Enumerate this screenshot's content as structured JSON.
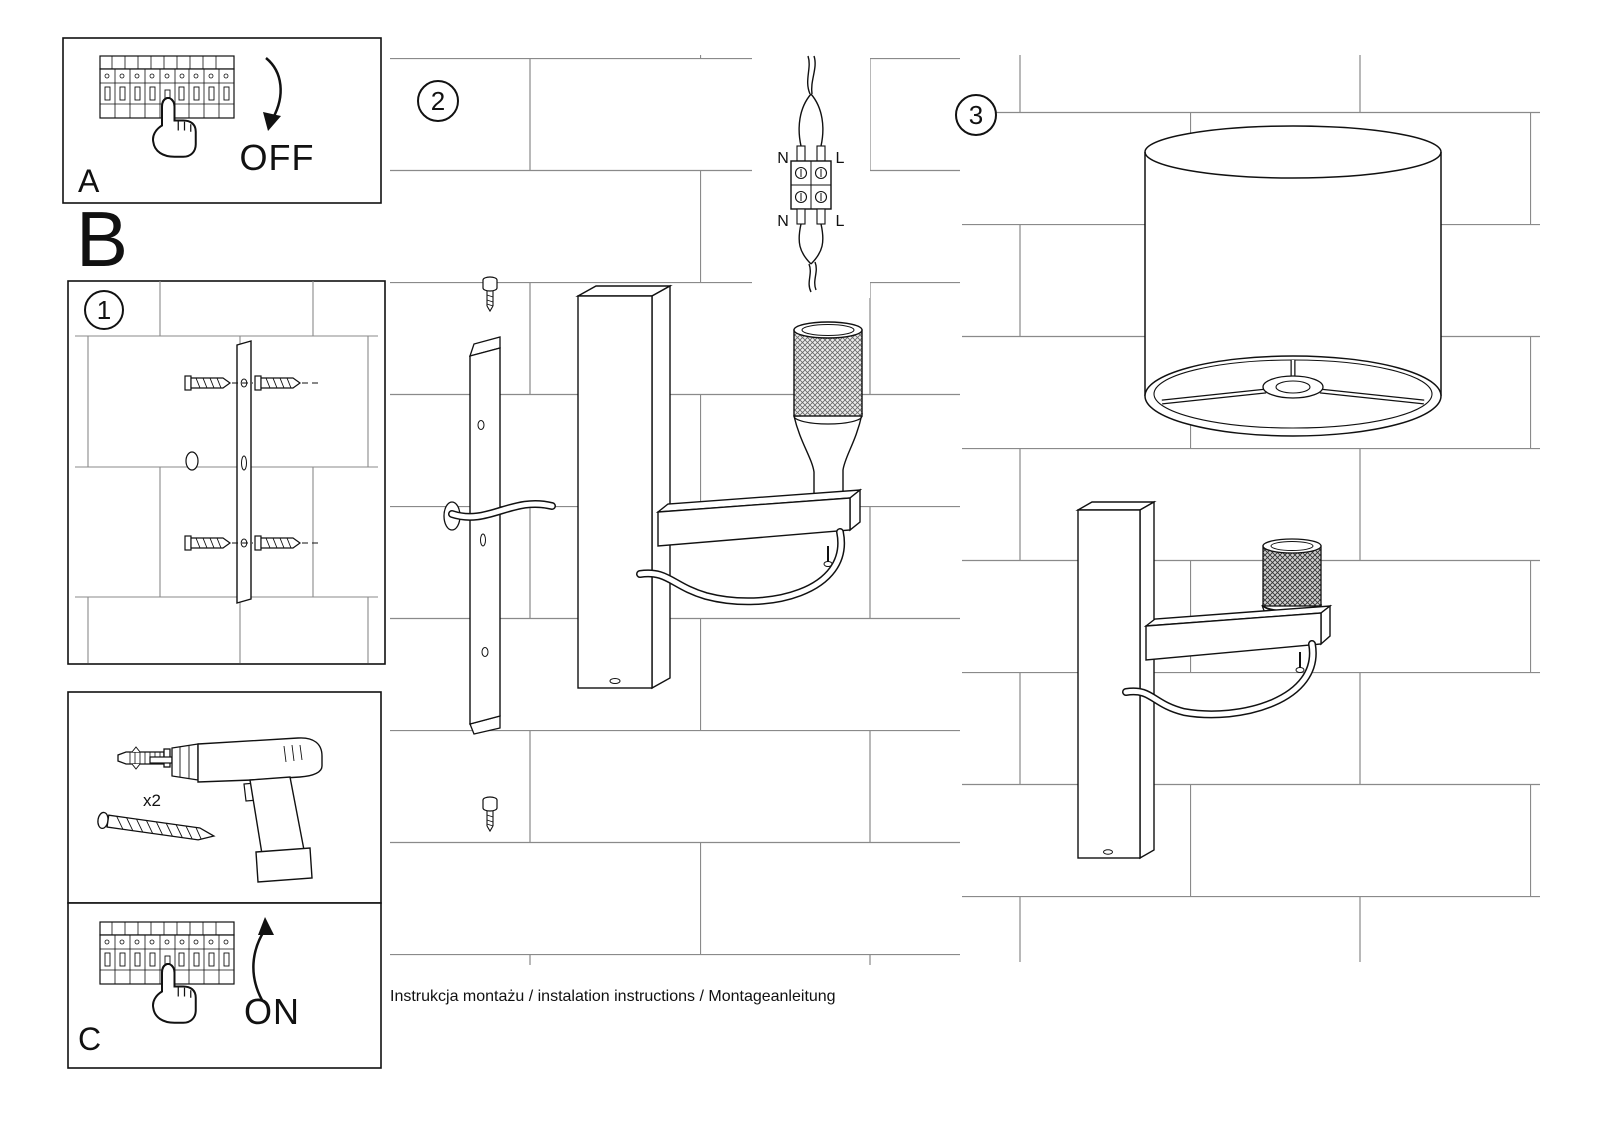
{
  "steps": {
    "a": {
      "label": "A",
      "action": "OFF"
    },
    "b": {
      "label": "B"
    },
    "c": {
      "label": "C",
      "action": "ON"
    },
    "step1": {
      "number": "1"
    },
    "step2": {
      "number": "2"
    },
    "step3": {
      "number": "3"
    }
  },
  "tools": {
    "anchor_count": "x2"
  },
  "wiring": {
    "top": {
      "neutral": "N",
      "live": "L"
    },
    "bottom": {
      "neutral": "N",
      "live": "L"
    }
  },
  "footer": {
    "caption": "Instrukcja montażu / instalation instructions / Montageanleitung"
  },
  "colors": {
    "line": "#111111",
    "brick_line": "#8a8a8a",
    "background": "#ffffff"
  }
}
